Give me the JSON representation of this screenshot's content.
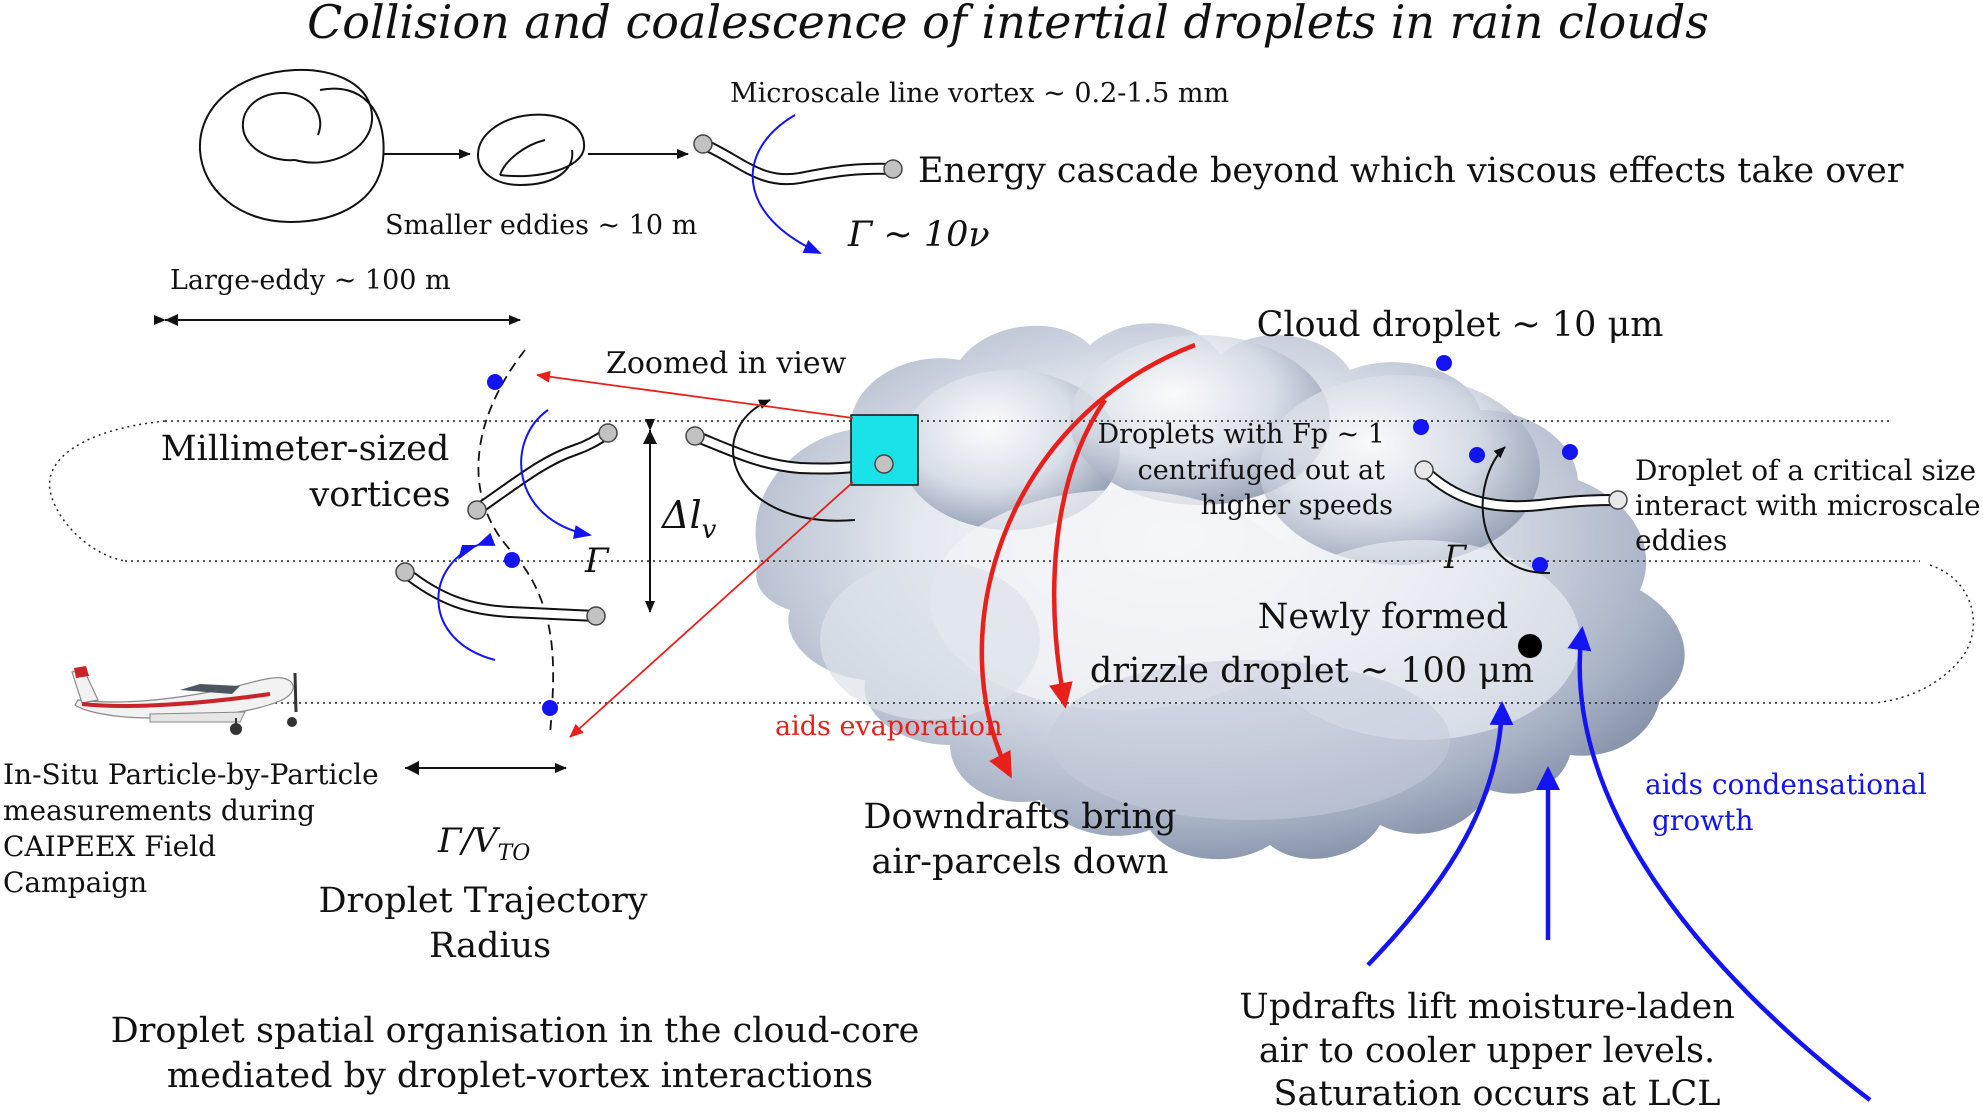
{
  "title": "Collision and coalescence of intertial droplets in rain clouds",
  "cascade": {
    "microscale_label": "Microscale line vortex ~ 0.2-1.5 mm",
    "energy_label": "Energy cascade beyond which viscous effects take over",
    "smaller_eddies_label": "Smaller eddies ~ 10 m",
    "circulation_label": "Γ ~ 10ν",
    "large_eddy_label": "Large-eddy ~ 100 m"
  },
  "zoom": {
    "zoomed_label": "Zoomed in view",
    "millimeter_line1": "Millimeter-sized",
    "millimeter_line2": "vortices",
    "delta_l": "Δl",
    "delta_l_sub": "v",
    "gamma": "Γ",
    "aids_evaporation": "aids evaporation",
    "trajectory_ratio": "Γ/V",
    "trajectory_sub": "TO",
    "trajectory_line1": "Droplet Trajectory",
    "trajectory_line2": "Radius"
  },
  "aircraft": {
    "caption_lines": [
      "In-Situ Particle-by-Particle",
      "measurements during",
      "CAIPEEX Field",
      "Campaign"
    ]
  },
  "cloud": {
    "cloud_droplet_label": "Cloud droplet ~ 10 μm",
    "fp_lines": [
      "Droplets with Fp ~ 1",
      "centrifuged out at",
      "higher speeds"
    ],
    "critical_lines": [
      "Droplet of a critical size",
      "interact with microscale",
      "eddies"
    ],
    "gamma": "Γ",
    "drizzle_line1": "Newly formed",
    "drizzle_line2": "drizzle droplet ~ 100 μm",
    "condensational_line1": "aids condensational",
    "condensational_line2": "growth"
  },
  "downdrafts": {
    "line1": "Downdrafts bring",
    "line2": "air-parcels down"
  },
  "updrafts": {
    "lines": [
      "Updrafts lift moisture-laden",
      "air to cooler upper levels.",
      "Saturation occurs at LCL"
    ]
  },
  "organisation": {
    "line1": "Droplet spatial organisation in the cloud-core",
    "line2": "mediated by droplet-vortex interactions"
  },
  "colors": {
    "red": "#e8201c",
    "blue": "#1414f0",
    "cyan": "#19e3e8",
    "black": "#111111"
  }
}
